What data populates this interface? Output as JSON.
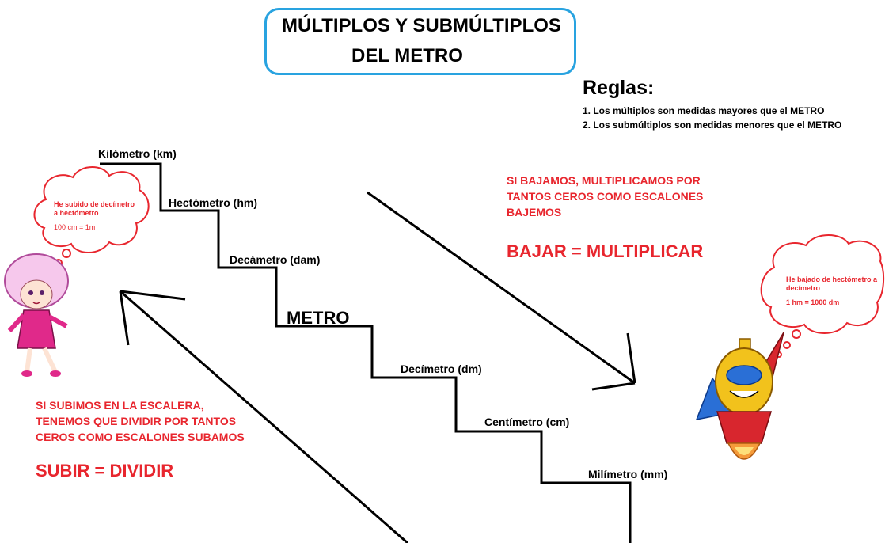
{
  "title": {
    "line1": "MÚLTIPLOS Y SUBMÚLTIPLOS",
    "line2": "DEL METRO"
  },
  "rules": {
    "heading": "Reglas:",
    "items": [
      "1. Los múltiplos son medidas mayores que el METRO",
      "2. Los submúltiplos son medidas menores que el METRO"
    ]
  },
  "steps": [
    {
      "label": "Kilómetro (km)"
    },
    {
      "label": "Hectómetro (hm)"
    },
    {
      "label": "Decámetro (dam)"
    },
    {
      "label": "METRO"
    },
    {
      "label": "Decímetro (dm)"
    },
    {
      "label": "Centímetro (cm)"
    },
    {
      "label": "Milímetro (mm)"
    }
  ],
  "down_note": {
    "lines": [
      "SI BAJAMOS, MULTIPLICAMOS POR",
      "TANTOS CEROS COMO ESCALONES",
      "BAJEMOS"
    ],
    "rule": "BAJAR = MULTIPLICAR"
  },
  "up_note": {
    "lines": [
      "SI SUBIMOS EN LA ESCALERA,",
      "TENEMOS QUE DIVIDIR POR TANTOS",
      "CEROS COMO ESCALONES SUBAMOS"
    ],
    "rule": "SUBIR = DIVIDIR"
  },
  "bubble_left": {
    "line1": "He subido de decímetro",
    "line2": "a hectómetro",
    "line3": "100 cm = 1m"
  },
  "bubble_right": {
    "line1": "He bajado de hectómetro a",
    "line2": "decímetro",
    "line3": "1 hm = 1000 dm"
  },
  "colors": {
    "title_border": "#29a3e0",
    "note_red": "#e8262e",
    "girl_hair": "#f6c8ec",
    "girl_dress": "#e0298a",
    "hero_gold": "#f2c21c",
    "hero_red": "#d8262e",
    "hero_blue": "#2a6fd6"
  },
  "icons": {
    "girl": "pink-hair-girl-illustration",
    "hero": "gold-robot-hero-illustration"
  }
}
